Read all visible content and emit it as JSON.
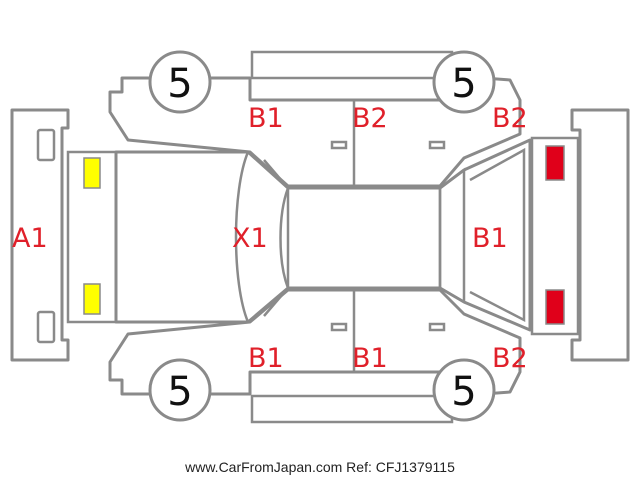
{
  "colors": {
    "outline": "#8a8a8a",
    "damage_code": "#e0202a",
    "front_lamp": "#ffff00",
    "rear_lamp": "#e0001a",
    "text": "#111111"
  },
  "tyres": {
    "front_left": "5",
    "rear_left": "5",
    "front_right": "5",
    "rear_right": "5"
  },
  "damage_codes": {
    "front_bumper": "A1",
    "hood": "X1",
    "front_door_left": "B1",
    "rear_door_left": "B2",
    "rear_quarter_left": "B2",
    "roof_rear": "B1",
    "front_door_right": "B1",
    "rear_door_right": "B1",
    "rear_quarter_right": "B2"
  },
  "footer": {
    "text": "www.CarFromJapan.com Ref: CFJ1379115"
  }
}
